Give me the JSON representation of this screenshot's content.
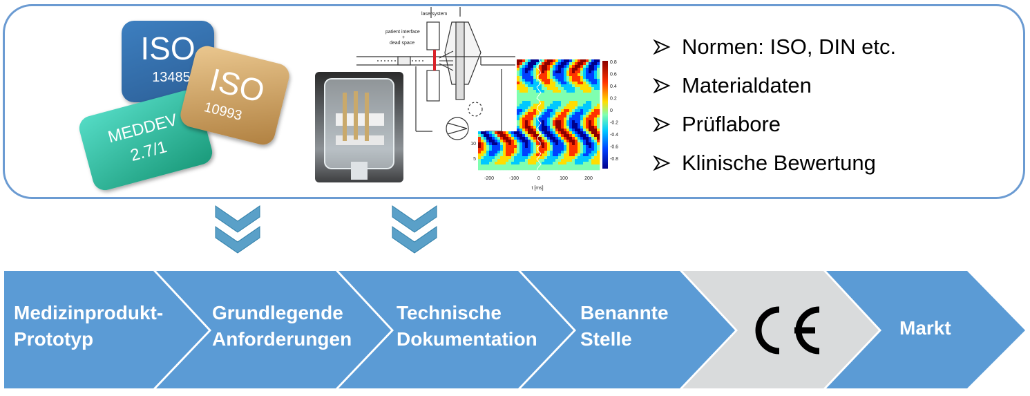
{
  "badges": {
    "iso1": {
      "title": "ISO",
      "number": "13485"
    },
    "iso2": {
      "title": "ISO",
      "number": "10993"
    },
    "meddev": {
      "line1": "MEDDEV",
      "line2": "2.7/1"
    }
  },
  "schematic": {
    "label_laser": "lasersystem",
    "label_patient": "patient interface",
    "label_plus": "+",
    "label_dead": "dead space"
  },
  "heatmap": {
    "xticks": [
      "-200",
      "-100",
      "0",
      "100",
      "200"
    ],
    "xlabel": "t [ms]",
    "yticks": [
      "10",
      "5"
    ],
    "cbar_ticks": [
      "0.8",
      "0.6",
      "0.4",
      "0.2",
      "0",
      "-0.2",
      "-0.4",
      "-0.6",
      "-0.8"
    ]
  },
  "bullets": [
    "Normen: ISO, DIN etc.",
    "Materialdaten",
    "Prüflabore",
    "Klinische Bewertung"
  ],
  "process_steps": [
    {
      "line1": "Medizinprodukt-",
      "line2": "Prototyp"
    },
    {
      "line1": "Grundlegende",
      "line2": "Anforderungen"
    },
    {
      "line1": "Technische",
      "line2": "Dokumentation"
    },
    {
      "line1": "Benannte",
      "line2": "Stelle"
    },
    {
      "line1": "",
      "line2": "",
      "symbol": "CE-mark"
    },
    {
      "line1": "Markt",
      "line2": ""
    }
  ],
  "colors": {
    "step_blue": "#5b9bd5",
    "step_grey": "#d9dbdc",
    "border": "#6b9bd2",
    "chevron": "#5aa0c8"
  }
}
